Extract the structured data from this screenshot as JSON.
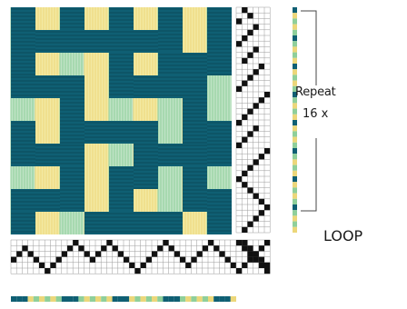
{
  "labels": {
    "repeat": "Repeat",
    "repeat_count": "16 x",
    "loop": "LOOP"
  },
  "colors": {
    "teal": "#0f5f73",
    "teal_dark": "#0b4b5b",
    "cream": "#f3e9a2",
    "yellow": "#ecd77a",
    "mint": "#bfe3c5",
    "green": "#8fcf9a",
    "grid_line": "#9a9a9a",
    "grid_bg": "#ffffff",
    "filled": "#111111"
  },
  "icons": {
    "bracket": "repeat-bracket-icon"
  }
}
